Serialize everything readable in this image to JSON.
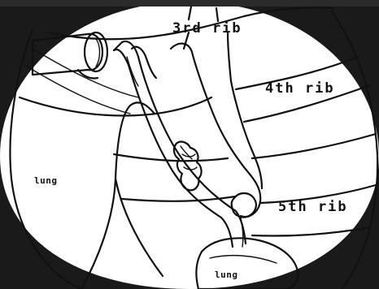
{
  "labels": {
    "rib3": "3rd rib",
    "rib4": "4th rib",
    "rib5": "5th rib",
    "lung_left": "lung",
    "lung_bottom": "lung"
  },
  "colors": {
    "ink": "#111111",
    "background": "#ffffff",
    "corner_dark": "#1a1a1a"
  }
}
